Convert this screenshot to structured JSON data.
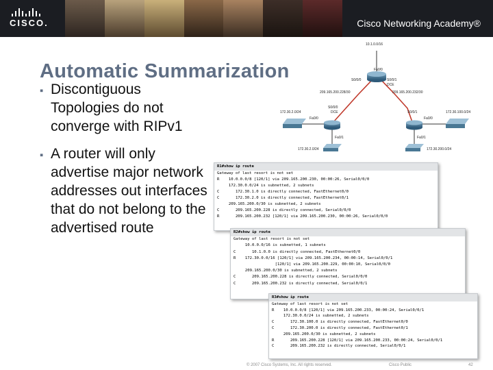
{
  "header": {
    "logo_text": "CISCO.",
    "academy_text": "Cisco Networking Academy®"
  },
  "slide": {
    "title": "Automatic Summarization",
    "bullets": [
      "Discontiguous Topologies do not converge with RIPv1",
      "A router will only advertise major network addresses out interfaces that do not belong to the advertised route"
    ]
  },
  "topology": {
    "labels": [
      "10.1.0.0/16",
      "Fa0/0",
      "S0/0/0",
      "S0/0/1",
      "DCE",
      "209.165.200.228/30",
      "209.165.200.232/30",
      "S0/0/0",
      "DCE",
      "S0/0/1",
      "172.30.2.0/24",
      "172.30.100.0/24",
      "Fa0/0",
      "Fa0/0",
      "Fa0/1",
      "Fa0/1",
      "172.30.2.0/24",
      "172.30.200.0/24"
    ]
  },
  "terminals": [
    {
      "header": "R1#show ip route",
      "lines": [
        "Gateway of last resort is not set",
        "",
        "R    10.0.0.0/8 [120/1] via 209.165.200.230, 00:00:26, Serial0/0/0",
        "     172.30.0.0/24 is subnetted, 2 subnets",
        "C       172.30.1.0 is directly connected, FastEthernet0/0",
        "C       172.30.2.0 is directly connected, FastEthernet0/1",
        "     209.165.200.0/30 is subnetted, 2 subnets",
        "C       209.165.200.228 is directly connected, Serial0/0/0",
        "R       209.165.200.232 [120/1] via 209.165.200.230, 00:00:26, Serial0/0/0"
      ]
    },
    {
      "header": "R2#show ip route",
      "lines": [
        "Gateway of last resort is not set",
        "",
        "     10.0.0.0/16 is subnetted, 1 subnets",
        "C       10.1.0.0 is directly connected, FastEthernet0/0",
        "R    172.30.0.0/16 [120/1] via 209.165.200.234, 00:00:14, Serial0/0/1",
        "                  [120/1] via 209.165.200.229, 00:00:10, Serial0/0/0",
        "     209.165.200.0/30 is subnetted, 2 subnets",
        "C       209.165.200.228 is directly connected, Serial0/0/0",
        "C       209.165.200.232 is directly connected, Serial0/0/1"
      ]
    },
    {
      "header": "R3#show ip route",
      "lines": [
        "Gateway of last resort is not set",
        "",
        "R    10.0.0.0/8 [120/1] via 209.165.200.233, 00:00:24, Serial0/0/1",
        "     172.30.0.0/24 is subnetted, 2 subnets",
        "C       172.30.100.0 is directly connected, FastEthernet0/0",
        "C       172.30.200.0 is directly connected, FastEthernet0/1",
        "     209.165.200.0/30 is subnetted, 2 subnets",
        "R       209.165.200.228 [120/1] via 209.165.200.233, 00:00:24, Serial0/0/1",
        "C       209.165.200.232 is directly connected, Serial0/0/1"
      ]
    }
  ],
  "footer": {
    "copyright": "© 2007 Cisco Systems, Inc. All rights reserved.",
    "classification": "Cisco Public",
    "page_number": "42"
  },
  "colors": {
    "banner": "#1b1d22",
    "title": "#5f6e84",
    "router": "#3f6f8f",
    "switch": "#4a7894",
    "link": "#c0392b"
  },
  "icons": [
    "cisco-logo-icon",
    "router-icon",
    "switch-icon",
    "bullet-icon"
  ]
}
